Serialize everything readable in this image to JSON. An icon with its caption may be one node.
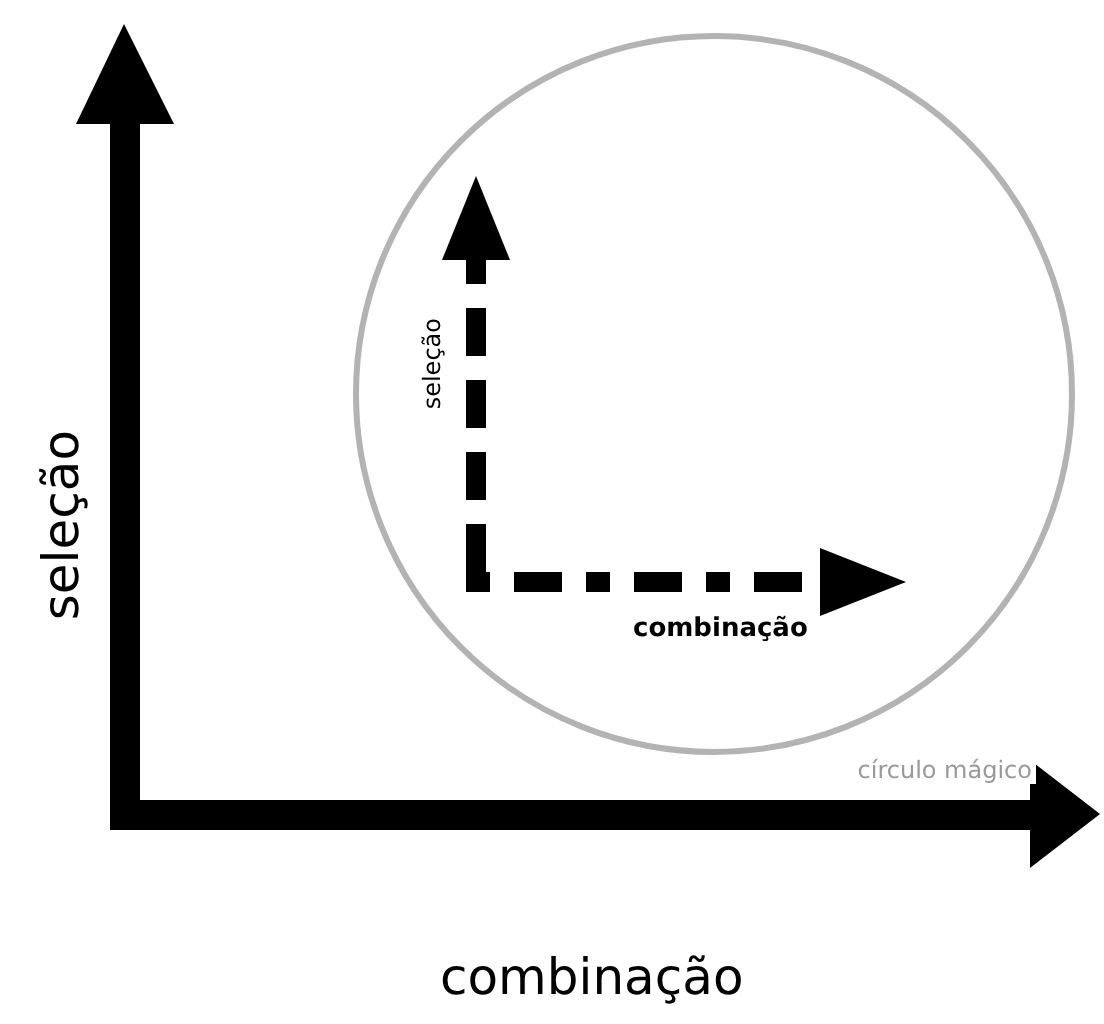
{
  "diagram": {
    "nodes": [
      {
        "text": [
          "círculo mágico"
        ]
      }
    ],
    "edges": [],
    "labels": [
      "seleção",
      "seleção",
      "combinação",
      "combinação"
    ]
  }
}
